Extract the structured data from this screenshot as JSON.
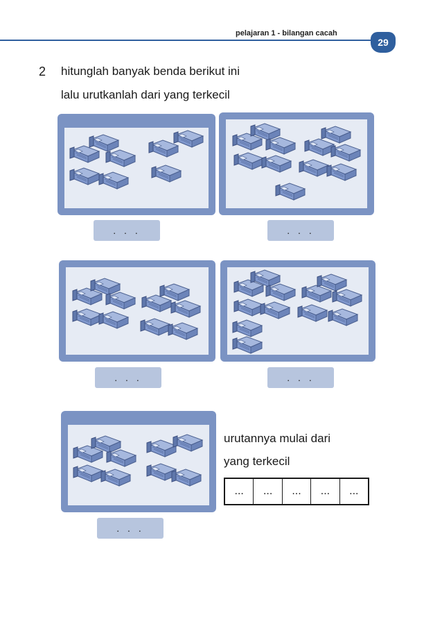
{
  "header": {
    "title": "pelajaran 1 -  bilangan cacah",
    "page_number": "29"
  },
  "question": {
    "number": "2",
    "line1": "hitunglah banyak benda berikut ini",
    "line2": "lalu urutkanlah dari yang terkecil"
  },
  "pictures": [
    {
      "answer": ". . ."
    },
    {
      "answer": ". . ."
    },
    {
      "answer": ". . ."
    },
    {
      "answer": ". . ."
    },
    {
      "answer": ". . ."
    }
  ],
  "order": {
    "line1": "urutannya mulai dari",
    "line2": "yang terkecil",
    "cells": [
      "...",
      "...",
      "...",
      "...",
      "..."
    ]
  },
  "colors": {
    "accent": "#2f5f9e",
    "frame": "#7b93c3",
    "frame_inner": "#e6ebf4",
    "bed": "#7f97cc",
    "answer_box": "#b7c5de"
  },
  "icon": "bed-icon"
}
